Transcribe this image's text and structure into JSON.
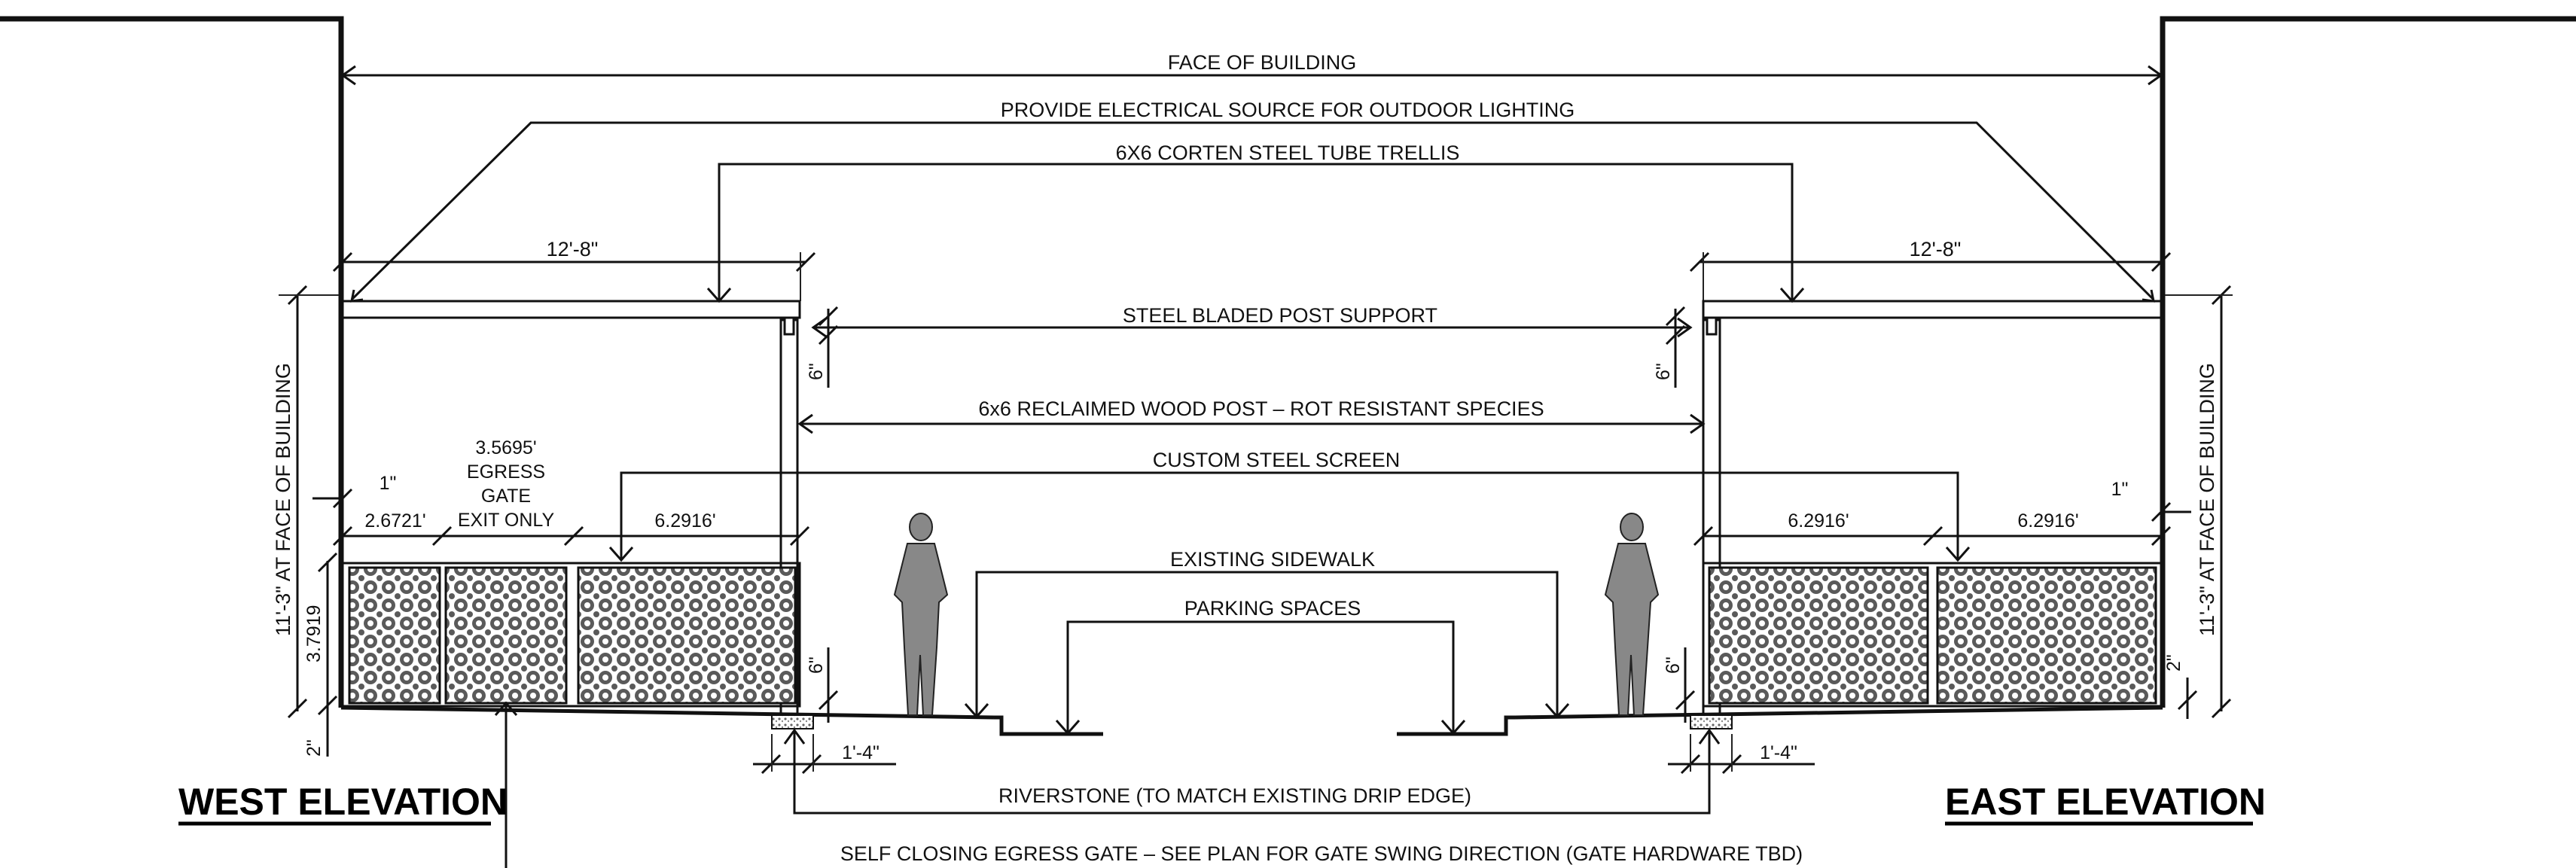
{
  "labels": {
    "face_of_building": "FACE OF BUILDING",
    "electrical": "PROVIDE ELECTRICAL SOURCE FOR OUTDOOR LIGHTING",
    "trellis": "6X6 CORTEN STEEL TUBE TRELLIS",
    "steel_bladed": "STEEL BLADED POST SUPPORT",
    "wood_post": "6x6 RECLAIMED WOOD POST – ROT RESISTANT SPECIES",
    "steel_screen": "CUSTOM STEEL SCREEN",
    "existing_sidewalk": "EXISTING SIDEWALK",
    "parking_spaces": "PARKING SPACES",
    "riverstone": "RIVERSTONE (TO MATCH EXISTING DRIP EDGE)",
    "self_closing": "SELF CLOSING EGRESS GATE – SEE PLAN FOR GATE SWING DIRECTION (GATE HARDWARE TBD)",
    "egress_gate_lines": [
      "3.5695'",
      "EGRESS",
      "GATE",
      "EXIT ONLY"
    ]
  },
  "dimensions": {
    "left_span": "12'-8\"",
    "right_span": "12'-8\"",
    "left_height": "11'-3\" AT FACE OF BUILDING",
    "right_height": "11'-3\" AT FACE OF BUILDING",
    "six_in": "6\"",
    "one_in": "1\"",
    "two_in": "2\"",
    "screen_height": "3.7919",
    "panel_left_small": "2.6721'",
    "panel_6291": "6.2916'",
    "one_four": "1'-4\""
  },
  "titles": {
    "west": "WEST ELEVATION",
    "east": "EAST ELEVATION"
  }
}
